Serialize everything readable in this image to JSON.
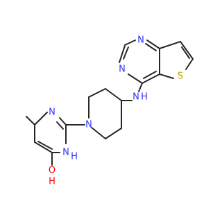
{
  "diagram": {
    "type": "chemical-structure",
    "background": "#ffffff",
    "bond_color": "#262626",
    "element_colors": {
      "N": "#3333ff",
      "S": "#b8a000",
      "O": "#ff0000"
    },
    "atom_labels": {
      "thieno_n_top": "N",
      "thieno_n_left": "N",
      "thiophene_s": "S",
      "amine_nh": "N",
      "amine_h": "H",
      "piperidine_n": "N",
      "pyrimidine_n_top": "N",
      "pyrimidine_n_bottom": "N",
      "pyrimidine_h": "H",
      "hydroxyl_o": "O",
      "hydroxyl_h": "H"
    }
  }
}
